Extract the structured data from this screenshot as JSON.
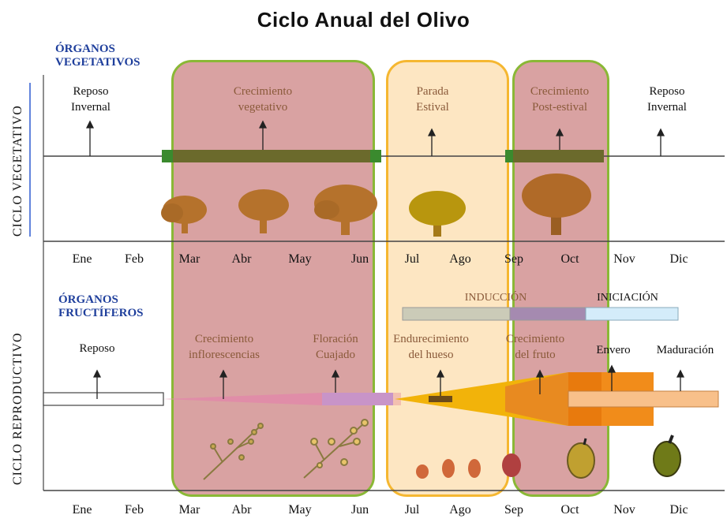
{
  "title": "Ciclo Anual del Olivo",
  "sections": {
    "vegetative_axis": "CICLO VEGETATIVO",
    "reproductive_axis": "CICLO REPRODUCTIVO",
    "vegetative_organs_line1": "ÓRGANOS",
    "vegetative_organs_line2": "VEGETATIVOS",
    "fruit_organs_line1": "ÓRGANOS",
    "fruit_organs_line2": "FRUCTÍFEROS"
  },
  "months": [
    "Ene",
    "Feb",
    "Mar",
    "Abr",
    "May",
    "Jun",
    "Jul",
    "Ago",
    "Sep",
    "Oct",
    "Nov",
    "Dic"
  ],
  "vegetative_stages": [
    {
      "line1": "Reposo",
      "line2": "Invernal"
    },
    {
      "line1": "Crecimiento",
      "line2": "vegetativo"
    },
    {
      "line1": "Parada",
      "line2": "Estival"
    },
    {
      "line1": "Crecimiento",
      "line2": "Post-estival"
    },
    {
      "line1": "Reposo",
      "line2": "Invernal"
    }
  ],
  "reproductive_stages": [
    {
      "line1": "Reposo",
      "line2": ""
    },
    {
      "line1": "Crecimiento",
      "line2": "inflorescencias"
    },
    {
      "line1": "Floración",
      "line2": "Cuajado"
    },
    {
      "line1": "Endurecimiento",
      "line2": "del hueso"
    },
    {
      "line1": "Crecimiento",
      "line2": "del fruto"
    },
    {
      "line1": "Envero",
      "line2": ""
    },
    {
      "line1": "Maduración",
      "line2": ""
    }
  ],
  "phases": {
    "induction": "INDUCCIÓN",
    "initiation": "INICIACIÓN"
  },
  "colors": {
    "growth_box": "#d8a0a0",
    "growth_border": "#8ab836",
    "summer_box": "#fde5bf",
    "summer_border": "#f5b731",
    "bar_dark": "#6b6a2c",
    "bar_green": "#3a8a2e",
    "tree": "#b5722c",
    "fruit_orange": "#f08a00"
  }
}
